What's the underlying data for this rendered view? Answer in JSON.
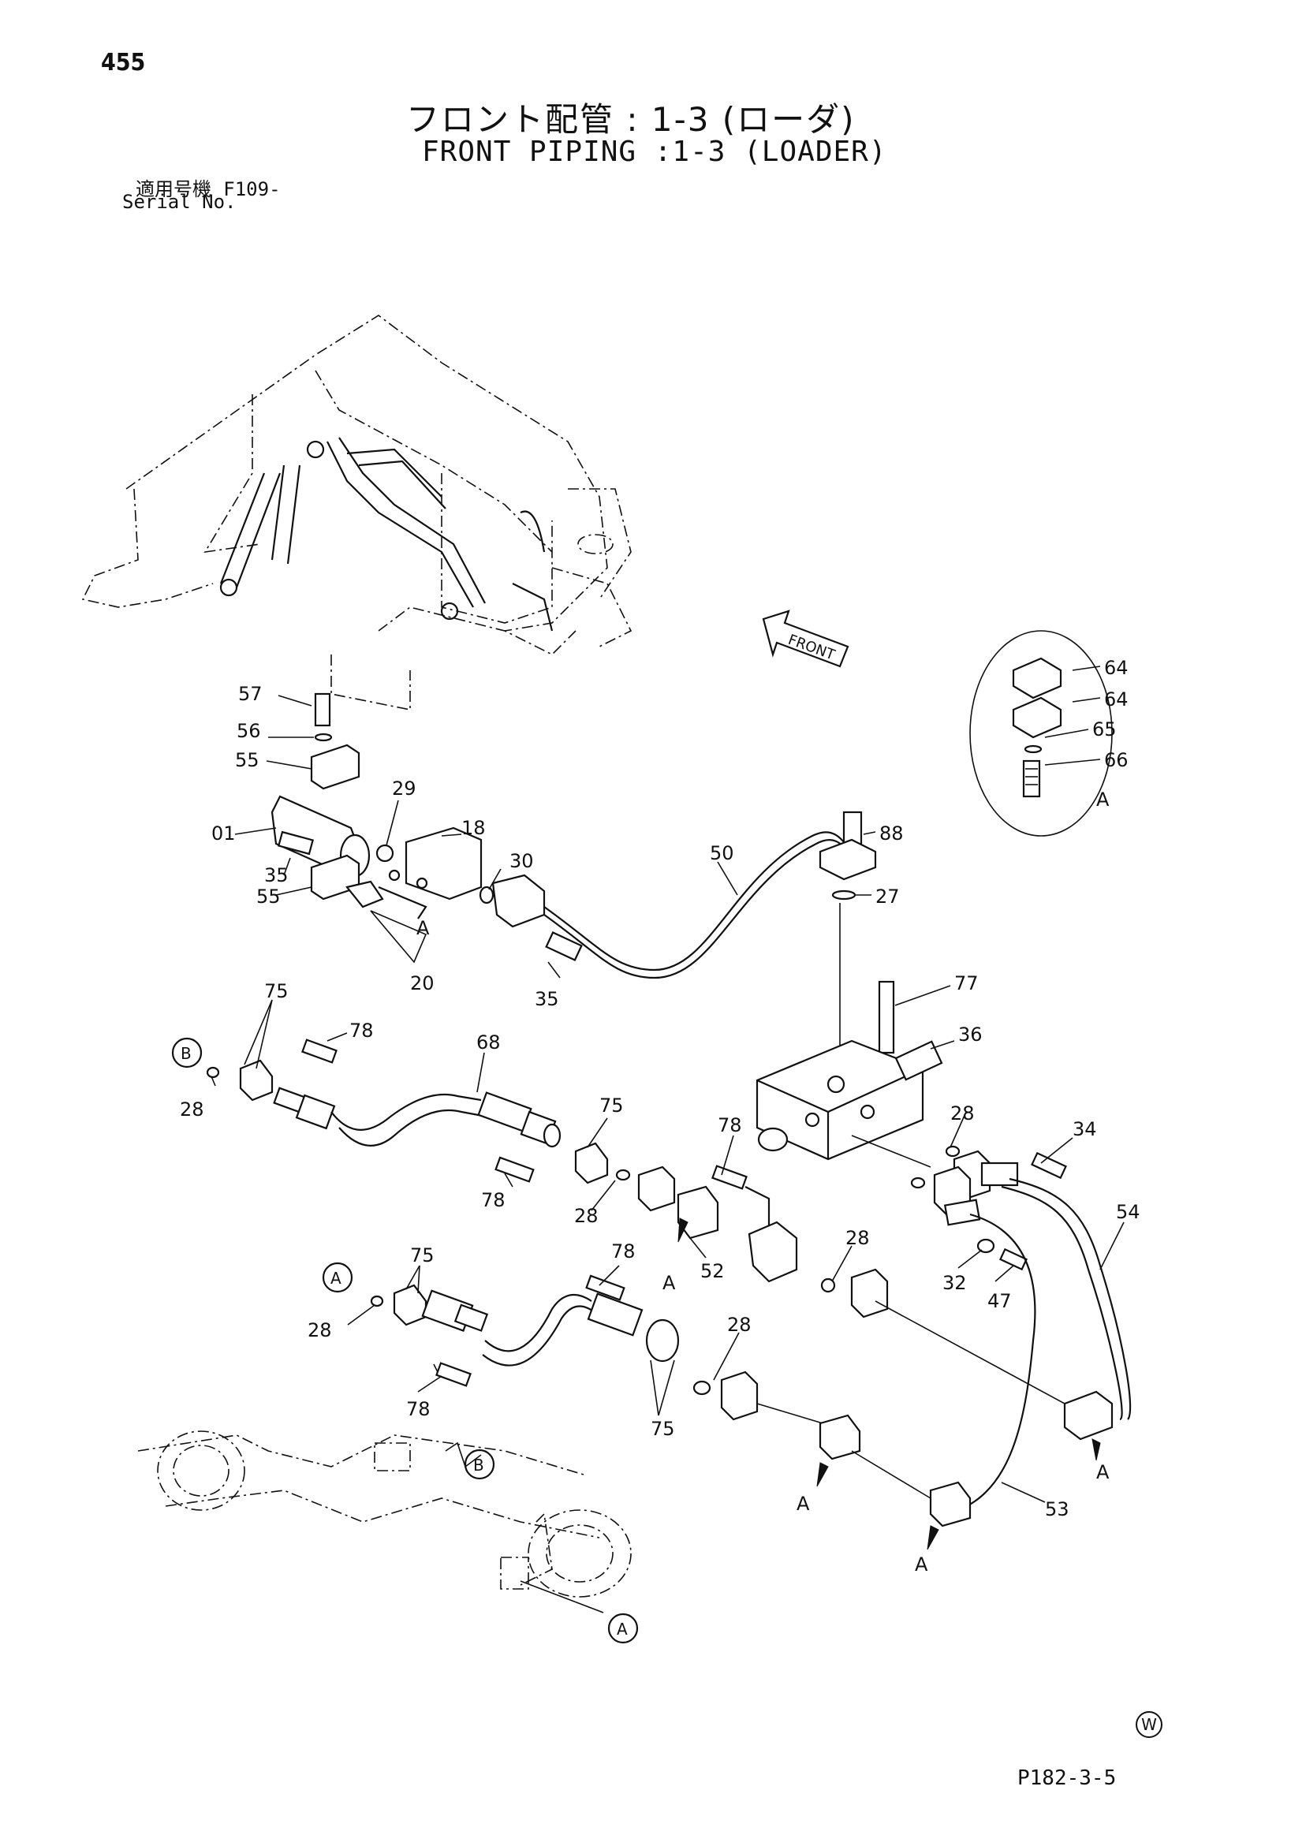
{
  "header": {
    "page_number": "455",
    "title_jp": "フロント配管 : 1-3 (ローダ)",
    "title_en": "FRONT PIPING :1-3 (LOADER)",
    "serial_label_jp": "適用号機",
    "serial_value": "F109-",
    "serial_label_en": "Serial No."
  },
  "footer": {
    "drawing_code": "P182-3-5",
    "watermark_letter": "W"
  },
  "direction_label": "FRONT",
  "callouts": {
    "c57": "57",
    "c56": "56",
    "c55a": "55",
    "c55b": "55",
    "c01": "01",
    "c35a": "35",
    "c29": "29",
    "c18": "18",
    "c30": "30",
    "c20": "20",
    "cA1": "A",
    "c35b": "35",
    "c50": "50",
    "c88": "88",
    "c27": "27",
    "c64a": "64",
    "c64b": "64",
    "c65": "65",
    "c66": "66",
    "cAdetail": "A",
    "c77": "77",
    "c36": "36",
    "c75a": "75",
    "c78a": "78",
    "c68": "68",
    "cB1": "B",
    "c28a": "28",
    "c75b": "75",
    "c78b": "78",
    "c28b": "28",
    "c78c": "78",
    "c28c": "28",
    "c34": "34",
    "c54": "54",
    "c52": "52",
    "cA2": "A",
    "c28d": "28",
    "c32": "32",
    "c47": "47",
    "cA3": "A",
    "c75c": "75",
    "c28e": "28",
    "c78d": "78",
    "c78e": "78",
    "c28f": "28",
    "c75d": "75",
    "cB2": "B",
    "cA4": "A",
    "c53": "53",
    "cA5": "A",
    "cA6": "A",
    "cA7": "A"
  }
}
